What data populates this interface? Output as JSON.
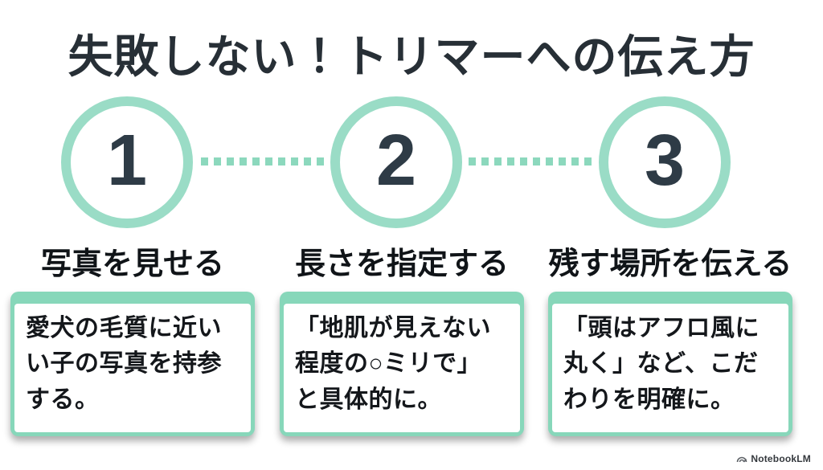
{
  "page": {
    "title": "失敗しない！トリマーへの伝え方",
    "background_color": "#ffffff"
  },
  "colors": {
    "mint_card": "#87d7ba",
    "mint_circle_border": "#9adcc6",
    "mint_dots": "#8cd8bd",
    "title_text": "#272f36",
    "number_text": "#2e3b46",
    "heading_text": "#101418",
    "body_text": "#14171b",
    "watermark_text": "#34383d"
  },
  "steps": [
    {
      "number": "1",
      "heading": "写真を見せる",
      "detail": "愛犬の毛質に近い\nい子の写真を持参\nする。"
    },
    {
      "number": "2",
      "heading": "長さを指定する",
      "detail": "「地肌が見えない\n程度の○ミリで」\nと具体的に。"
    },
    {
      "number": "3",
      "heading": "残す場所を伝える",
      "detail": "「頭はアフロ風に\n丸く」など、こだ\nわりを明確に。"
    }
  ],
  "watermark": {
    "icon": "notebooklm-logo-icon",
    "label": "NotebookLM"
  }
}
